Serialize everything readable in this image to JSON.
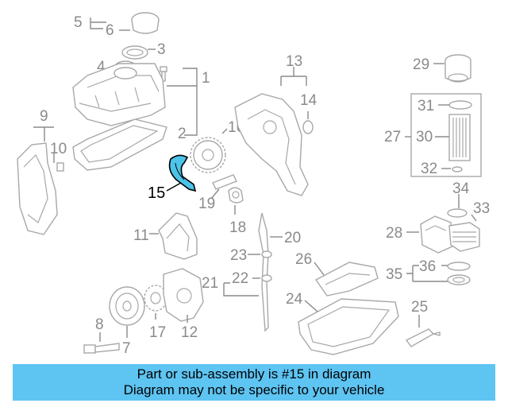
{
  "diagram": {
    "callouts": [
      "1",
      "2",
      "3",
      "4",
      "5",
      "6",
      "7",
      "8",
      "9",
      "10",
      "11",
      "12",
      "13",
      "14",
      "15",
      "16",
      "17",
      "18",
      "19",
      "20",
      "21",
      "22",
      "23",
      "24",
      "25",
      "26",
      "27",
      "28",
      "29",
      "30",
      "31",
      "32",
      "33",
      "34",
      "35",
      "36"
    ],
    "highlighted_callout": "15",
    "highlight_color": "#4cc3e8"
  },
  "banner": {
    "line1": "Part or sub-assembly is #15 in diagram",
    "line2": "Diagram may not be specific to your vehicle",
    "background": "#5ec4f2"
  }
}
